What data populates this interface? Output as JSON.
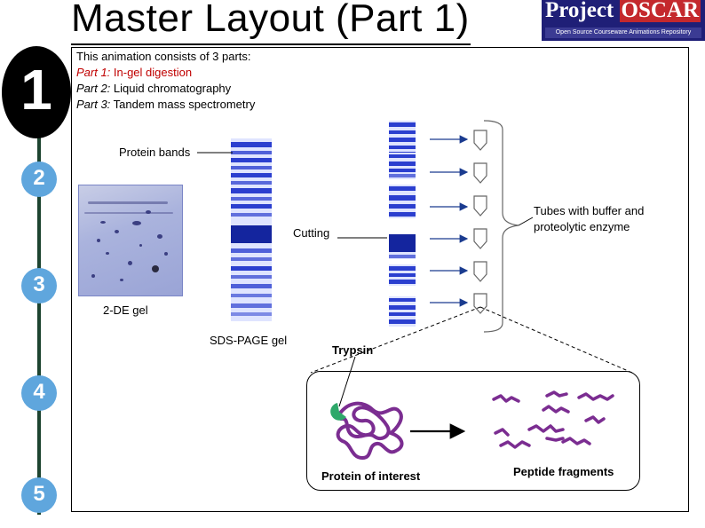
{
  "header": {
    "title": "Master Layout (Part 1)",
    "logo_line1_a": "Project",
    "logo_line1_b": "OSCAR",
    "logo_line2": "Open Source Courseware Animations Repository"
  },
  "steps": [
    "1",
    "2",
    "3",
    "4",
    "5"
  ],
  "intro": {
    "line1": "This animation consists of 3 parts:",
    "part1_prefix": "Part 1:",
    "part1_text": " In-gel digestion",
    "part2_prefix": "Part 2:",
    "part2_text": " Liquid chromatography",
    "part3_prefix": "Part 3:",
    "part3_text": " Tandem mass spectrometry"
  },
  "labels": {
    "protein_bands": "Protein bands",
    "cutting": "Cutting",
    "tubes_line1": "Tubes with buffer and",
    "tubes_line2": "proteolytic enzyme",
    "gel_2de": "2-DE gel",
    "sds_page": "SDS-PAGE gel",
    "trypsin": "Trypsin",
    "protein_of_interest": "Protein of interest",
    "peptide_fragments": "Peptide fragments"
  },
  "colors": {
    "gel_band": "#2b3fcf",
    "gel_background": "#dfe4ff",
    "step_circle": "#5fa6dd",
    "protein": "#7b2d91",
    "enzyme": "#2ea86a",
    "highlight_text": "#c00000"
  },
  "icons": {
    "tube": "tube-icon",
    "arrow": "arrow-right-icon"
  }
}
